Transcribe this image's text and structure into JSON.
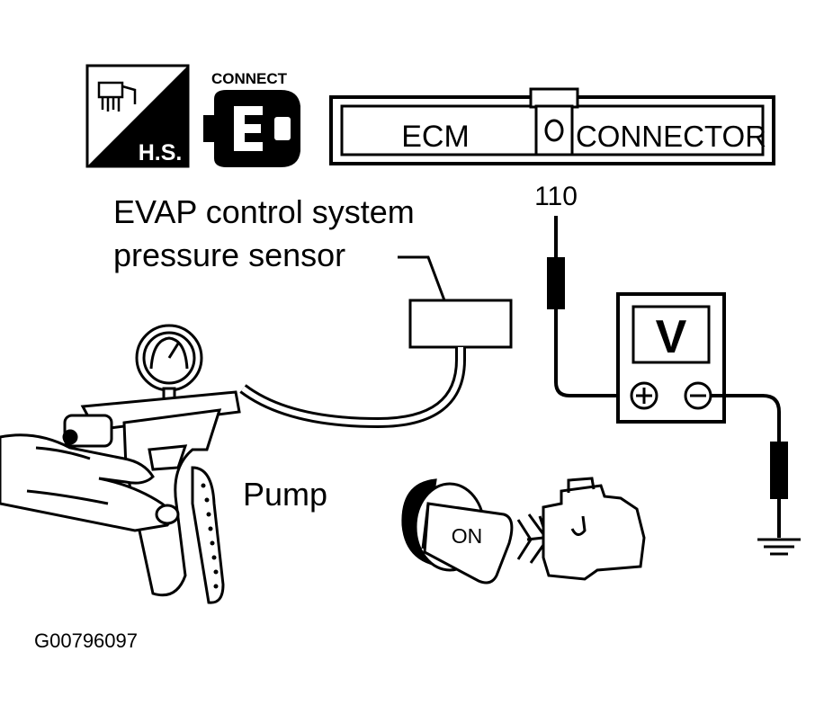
{
  "icons": {
    "hs_label": "H.S.",
    "connect_label": "CONNECT"
  },
  "ecm_connector": {
    "left_label": "ECM",
    "right_label": "CONNECTOR",
    "terminal": "110"
  },
  "sensor": {
    "label_line1": "EVAP control system",
    "label_line2": "pressure sensor"
  },
  "voltmeter": {
    "symbol": "V",
    "plus": "+",
    "minus": "−"
  },
  "pump": {
    "label": "Pump"
  },
  "ignition": {
    "key_label": "ON"
  },
  "figure_id": "G00796097",
  "colors": {
    "ink": "#000000",
    "paper": "#ffffff"
  }
}
